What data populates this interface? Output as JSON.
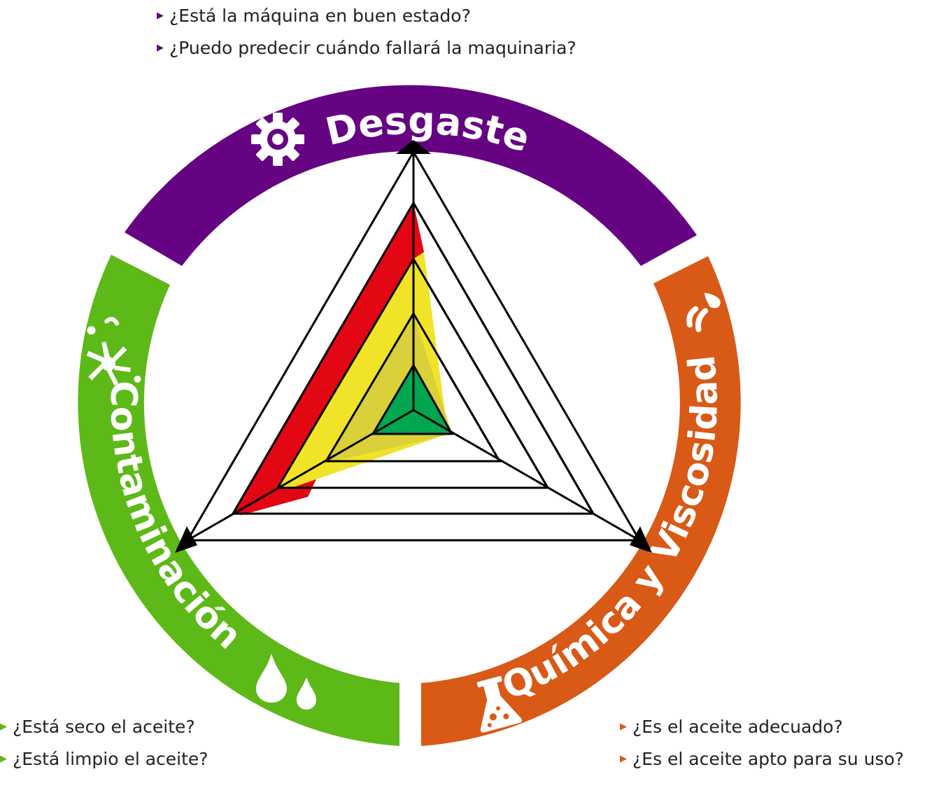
{
  "colors": {
    "desgaste": "#650383",
    "quimica": "#d95916",
    "contaminacion": "#5db918",
    "red": "#e30613",
    "yellow": "#f1e327",
    "olive": "#d9d03a",
    "green": "#00a650"
  },
  "segments": {
    "desgaste": {
      "label": "Desgaste",
      "icon": "gear-icon"
    },
    "quimica": {
      "label": "Química y Viscosidad",
      "icon": "flask-icon",
      "icon2": "oil-drops-icon"
    },
    "contaminacion": {
      "label": "Contaminación",
      "icon": "water-drops-icon",
      "icon2": "splash-icon"
    }
  },
  "questions": {
    "desgaste": [
      "¿Está la máquina en buen estado?",
      "¿Puedo predecir cuándo fallará la maquinaria?"
    ],
    "contaminacion": [
      "¿Está seco el aceite?",
      "¿Está limpio el aceite?"
    ],
    "quimica": [
      "¿Es el aceite adecuado?",
      "¿Es el aceite apto para su uso?"
    ]
  }
}
